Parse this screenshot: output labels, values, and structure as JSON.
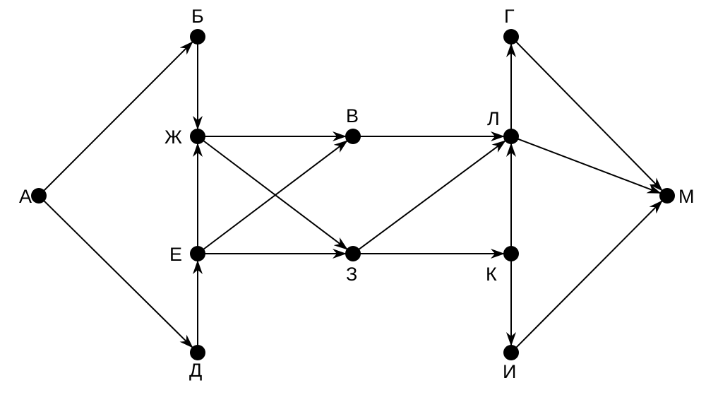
{
  "graph": {
    "directed": true,
    "nodes": [
      {
        "id": "A",
        "label": "А"
      },
      {
        "id": "B",
        "label": "Б"
      },
      {
        "id": "ZH",
        "label": "Ж"
      },
      {
        "id": "E",
        "label": "Е"
      },
      {
        "id": "D",
        "label": "Д"
      },
      {
        "id": "V",
        "label": "В"
      },
      {
        "id": "Z",
        "label": "З"
      },
      {
        "id": "L",
        "label": "Л"
      },
      {
        "id": "K",
        "label": "К"
      },
      {
        "id": "G",
        "label": "Г"
      },
      {
        "id": "I",
        "label": "И"
      },
      {
        "id": "M",
        "label": "М"
      }
    ],
    "edges": [
      [
        "A",
        "B"
      ],
      [
        "A",
        "D"
      ],
      [
        "B",
        "ZH"
      ],
      [
        "E",
        "ZH"
      ],
      [
        "D",
        "E"
      ],
      [
        "ZH",
        "V"
      ],
      [
        "ZH",
        "Z"
      ],
      [
        "E",
        "V"
      ],
      [
        "E",
        "Z"
      ],
      [
        "V",
        "L"
      ],
      [
        "Z",
        "L"
      ],
      [
        "Z",
        "K"
      ],
      [
        "K",
        "L"
      ],
      [
        "K",
        "I"
      ],
      [
        "L",
        "G"
      ],
      [
        "L",
        "M"
      ],
      [
        "G",
        "M"
      ],
      [
        "I",
        "M"
      ]
    ]
  }
}
